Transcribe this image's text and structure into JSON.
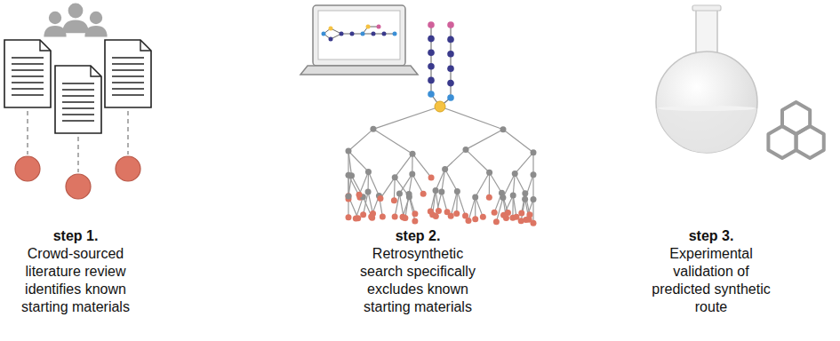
{
  "diagram": {
    "labels": [
      "step 1.",
      "Crowd-sourced literature review identifies known starting materials",
      "step 2.",
      "Retrosynthetic search specifically excludes known starting materials",
      "step 3.",
      "Experimental validation of predicted synthetic route"
    ]
  }
}
